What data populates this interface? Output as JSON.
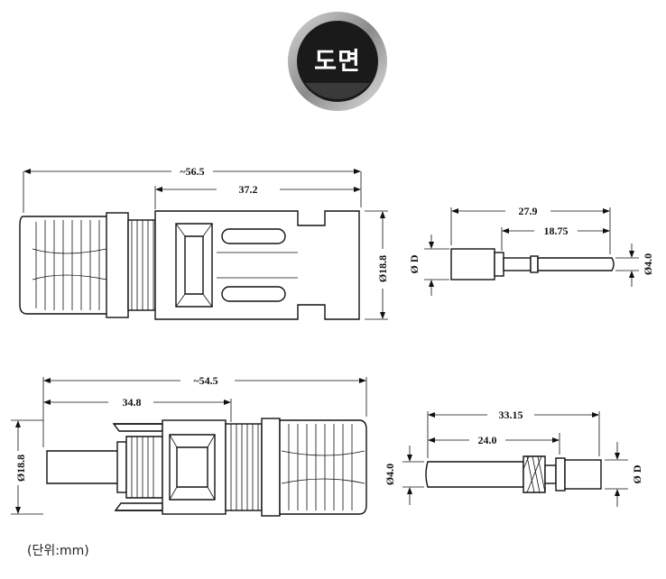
{
  "badge": {
    "label": "도면",
    "colors": {
      "dark": "#1a1a1a",
      "ring": "#9a9a9a",
      "text": "#ffffff"
    }
  },
  "unit_note": "(단위:mm)",
  "top_connector": {
    "overall_length": "~56.5",
    "body_length": "37.2",
    "diameter": "Ø18.8"
  },
  "top_pin": {
    "length": "27.9",
    "tip_length": "18.75",
    "body_dia": "Ø D",
    "tip_dia": "Ø4.0"
  },
  "bottom_connector": {
    "overall_length": "~54.5",
    "pin_length": "34.8",
    "diameter": "Ø18.8"
  },
  "bottom_pin": {
    "length": "33.15",
    "body_length": "24.0",
    "tip_dia": "Ø4.0",
    "body_dia": "Ø D"
  }
}
